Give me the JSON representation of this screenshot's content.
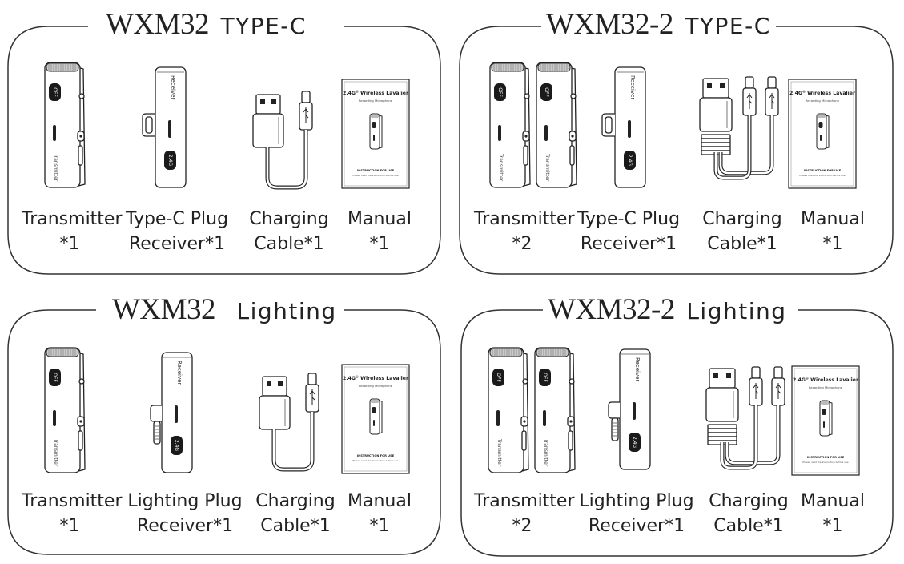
{
  "panels": [
    {
      "model": "WXM32",
      "variant": "TYPE-C",
      "items": [
        {
          "line1": "Transmitter",
          "line2": "*1"
        },
        {
          "line1": "Type-C Plug",
          "line2": "Receiver*1"
        },
        {
          "line1": "Charging",
          "line2": "Cable*1"
        },
        {
          "line1": "Manual",
          "line2": "*1"
        }
      ]
    },
    {
      "model": "WXM32-2",
      "variant": "TYPE-C",
      "items": [
        {
          "line1": "Transmitter",
          "line2": "*2"
        },
        {
          "line1": "Type-C Plug",
          "line2": "Receiver*1"
        },
        {
          "line1": "Charging",
          "line2": "Cable*1"
        },
        {
          "line1": "Manual",
          "line2": "*1"
        }
      ]
    },
    {
      "model": "WXM32",
      "variant": "Lighting",
      "items": [
        {
          "line1": "Transmitter",
          "line2": "*1"
        },
        {
          "line1": "Lighting Plug",
          "line2": "Receiver*1"
        },
        {
          "line1": "Charging",
          "line2": "Cable*1"
        },
        {
          "line1": "Manual",
          "line2": "*1"
        }
      ]
    },
    {
      "model": "WXM32-2",
      "variant": "Lighting",
      "items": [
        {
          "line1": "Transmitter",
          "line2": "*2"
        },
        {
          "line1": "Lighting Plug",
          "line2": "Receiver*1"
        },
        {
          "line1": "Charging",
          "line2": "Cable*1"
        },
        {
          "line1": "Manual",
          "line2": "*1"
        }
      ]
    }
  ],
  "device_labels": {
    "transmitter_button": "OFF",
    "transmitter_brand": "Transmitter",
    "receiver_brand": "Receiver",
    "receiver_badge": "2.4G"
  },
  "manual": {
    "heading_main": "2.4G",
    "heading_sup": "®",
    "heading_rest": "Wireless Lavalier",
    "subheading": "Recording Microphone",
    "footer_title": "INSTRUCTION FOR USE",
    "footer_note": "Please read the instruction before use"
  }
}
